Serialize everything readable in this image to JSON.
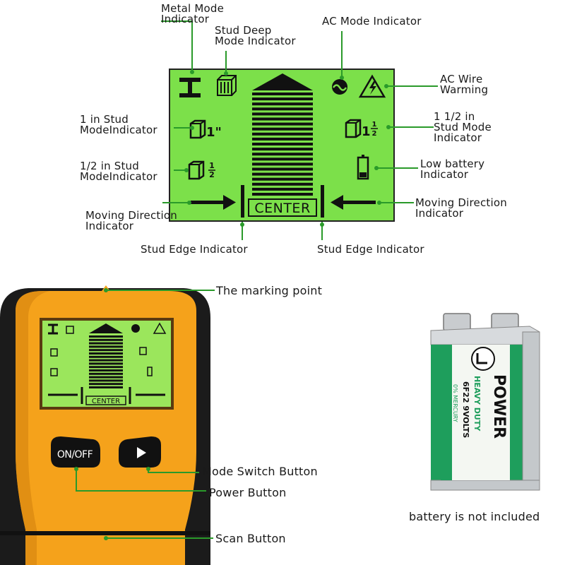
{
  "diagram": {
    "labels": {
      "metal_mode": "Metal Mode\nIndicator",
      "stud_deep": "Stud Deep\nMode Indicator",
      "ac_mode": "AC Mode Indicator",
      "ac_wire": "AC Wire\nWarming",
      "one_in_stud": "1 in Stud\nModeIndicator",
      "one_half_stud": "1 1/2 in\nStud Mode\nIndicator",
      "half_in_stud": "1/2 in Stud\nModeIndicator",
      "low_battery": "Low battery\nIndicator",
      "moving_left": "Moving Direction\nIndicator",
      "moving_right": "Moving Direction\nIndicator",
      "stud_edge_left": "Stud Edge Indicator",
      "stud_edge_right": "Stud Edge Indicator"
    },
    "lcd": {
      "center": "CENTER",
      "one_inch": "1\"",
      "one_half_whole": "1",
      "frac_num_1": "1",
      "frac_den_1": "2",
      "frac_num_2": "1",
      "frac_den_2": "2",
      "lcd_color": "#7CE04A"
    }
  },
  "device": {
    "labels": {
      "marking_point": "The marking point",
      "mode_switch": "Mode Switch Button",
      "power": "Power Button",
      "scan": "Scan Button"
    },
    "on_off": "ON/OFF",
    "play_symbol": "▶",
    "body_color": "#F5A21B",
    "frame_color": "#1B1B1B"
  },
  "battery": {
    "brand": "POWER",
    "line1": "HEAVY DUTY",
    "line2": "6F22 9VOLTS",
    "line3": "0% MERCURY",
    "note": "battery is not included"
  }
}
